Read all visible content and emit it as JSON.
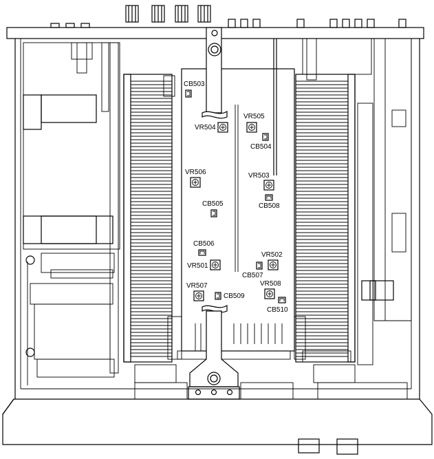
{
  "components": [
    {
      "id": "cb503",
      "label": "CB503",
      "kind": "connector"
    },
    {
      "id": "vr504",
      "label": "VR504",
      "kind": "pot"
    },
    {
      "id": "vr505",
      "label": "VR505",
      "kind": "pot"
    },
    {
      "id": "cb504",
      "label": "CB504",
      "kind": "connector"
    },
    {
      "id": "vr506",
      "label": "VR506",
      "kind": "pot"
    },
    {
      "id": "vr503",
      "label": "VR503",
      "kind": "pot"
    },
    {
      "id": "cb508",
      "label": "CB508",
      "kind": "connector"
    },
    {
      "id": "cb505",
      "label": "CB505",
      "kind": "connector"
    },
    {
      "id": "cb506",
      "label": "CB506",
      "kind": "connector"
    },
    {
      "id": "vr501",
      "label": "VR501",
      "kind": "pot"
    },
    {
      "id": "vr502",
      "label": "VR502",
      "kind": "pot"
    },
    {
      "id": "cb507",
      "label": "CB507",
      "kind": "connector"
    },
    {
      "id": "vr507",
      "label": "VR507",
      "kind": "pot"
    },
    {
      "id": "cb509",
      "label": "CB509",
      "kind": "connector"
    },
    {
      "id": "vr508",
      "label": "VR508",
      "kind": "pot"
    },
    {
      "id": "cb510",
      "label": "CB510",
      "kind": "connector"
    }
  ],
  "colors": {
    "line": "#000000",
    "background": "#ffffff"
  }
}
